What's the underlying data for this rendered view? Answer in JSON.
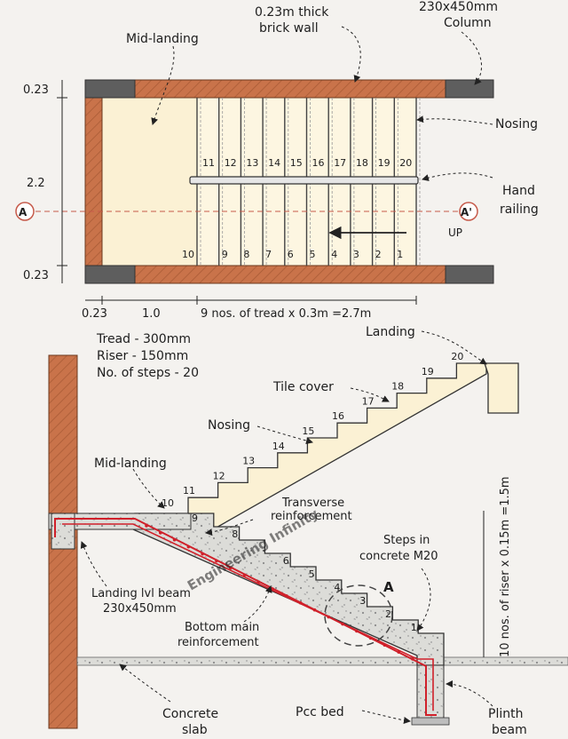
{
  "plan": {
    "labels": {
      "mid_landing": "Mid-landing",
      "wall": [
        "0.23m thick",
        "brick wall"
      ],
      "column": [
        "230x450mm",
        "Column"
      ],
      "nosing": "Nosing",
      "hand_railing": [
        "Hand",
        "railing"
      ],
      "up": "UP",
      "section_left": "A",
      "section_right": "A'"
    },
    "dims_left": [
      "0.23",
      "2.2",
      "0.23"
    ],
    "dims_bottom": [
      "0.23",
      "1.0",
      "9 nos. of tread x 0.3m =2.7m"
    ],
    "upper_steps": [
      "11",
      "12",
      "13",
      "14",
      "15",
      "16",
      "17",
      "18",
      "19",
      "20"
    ],
    "lower_steps": [
      "10",
      "9",
      "8",
      "7",
      "6",
      "5",
      "4",
      "3",
      "2",
      "1"
    ]
  },
  "section": {
    "notes": [
      "Tread - 300mm",
      "Riser - 150mm",
      "No. of steps - 20"
    ],
    "labels": {
      "landing": "Landing",
      "tile_cover": "Tile cover",
      "nosing": "Nosing",
      "mid_landing": "Mid-landing",
      "transverse": [
        "Transverse",
        "reinforcement"
      ],
      "steps_in": [
        "Steps in",
        "concrete M20"
      ],
      "landing_beam": [
        "Landing lvl beam",
        "230x450mm"
      ],
      "bottom_main": [
        "Bottom main",
        "reinforcement"
      ],
      "concrete_slab": [
        "Concrete",
        "slab"
      ],
      "pcc_bed": "Pcc bed",
      "plinth_beam": [
        "Plinth",
        "beam"
      ],
      "riser_dim": "10 nos. of riser x 0.15m =1.5m",
      "detail": "A",
      "watermark": "Engineering Infinity"
    },
    "upper_step_numbers": [
      "11",
      "12",
      "13",
      "14",
      "15",
      "16",
      "17",
      "18",
      "19",
      "20"
    ],
    "lower_step_numbers": [
      "10",
      "9",
      "8",
      "6",
      "5",
      "4",
      "3",
      "2",
      "1"
    ]
  },
  "colors": {
    "brick": "#c9734a",
    "column": "#606060",
    "floor": "#fbf1d4",
    "concrete": "#d8d8d4",
    "rebar": "#d0202a",
    "ink": "#222222"
  }
}
